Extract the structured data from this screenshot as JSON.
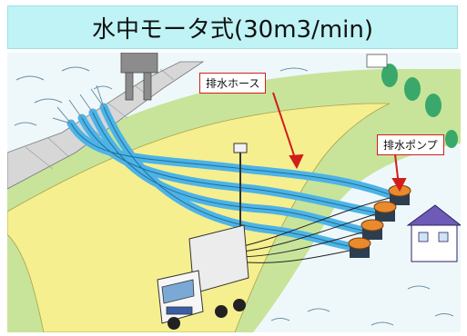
{
  "title": "水中モータ式(30m3/min)",
  "labels": {
    "drain_hose": "排水ホース",
    "drain_pump": "排水ポンプ"
  },
  "colors": {
    "title_bg": "#bff3f6",
    "river_bank": "#f5ef8f",
    "grass": "#c8e49a",
    "water": "#d6f1f7",
    "hose": "#4db3e6",
    "pump": "#e88a2d",
    "callout_border": "#d21d1d",
    "house": "#6d5bb7"
  }
}
